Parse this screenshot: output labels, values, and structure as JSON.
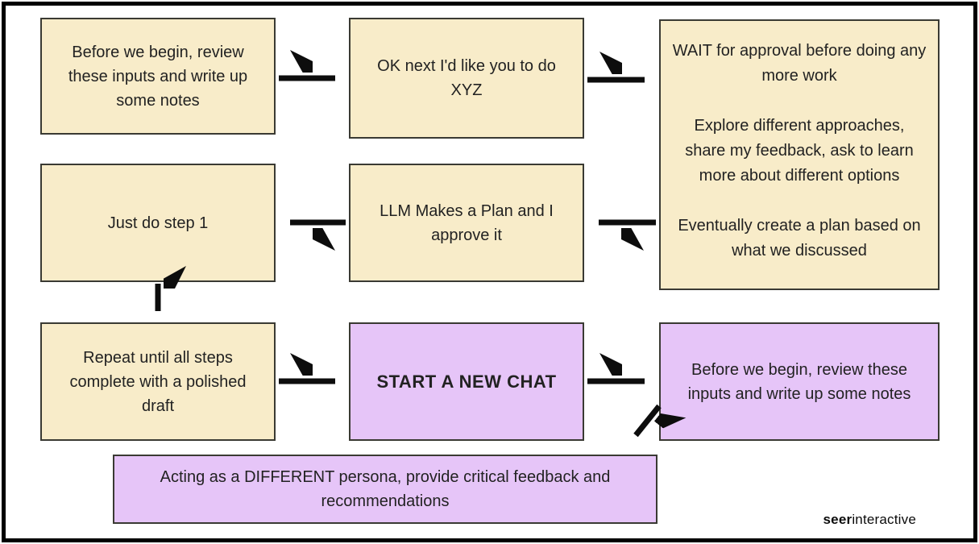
{
  "diagram": {
    "title": "LLM workflow flowchart",
    "colors": {
      "node_cream": "#F8ECC9",
      "node_purple": "#E6C5F8",
      "node_border": "#3a3a33",
      "arrow": "#0d0d0d",
      "frame": "#000000",
      "background": "#ffffff",
      "text": "#222222"
    },
    "nodes": [
      {
        "id": "review-inputs-1",
        "variant": "cream",
        "text": "Before we begin, review these inputs and write up some notes"
      },
      {
        "id": "ok-next-xyz",
        "variant": "cream",
        "text": "OK next I'd like you to do XYZ"
      },
      {
        "id": "wait-approval",
        "variant": "cream",
        "paragraphs": [
          "WAIT for approval before doing any more work",
          "Explore different approaches, share my feedback, ask to learn more about different options",
          "Eventually create a plan based on what we discussed"
        ]
      },
      {
        "id": "just-do-step-1",
        "variant": "cream",
        "text": "Just do step 1"
      },
      {
        "id": "llm-makes-plan",
        "variant": "cream",
        "text": "LLM Makes a Plan and I approve it"
      },
      {
        "id": "repeat-until-done",
        "variant": "cream",
        "text": "Repeat until all steps complete with a polished draft"
      },
      {
        "id": "start-new-chat",
        "variant": "purple",
        "emphasis": "bold",
        "text": "START A NEW CHAT"
      },
      {
        "id": "review-inputs-2",
        "variant": "purple",
        "text": "Before we begin, review these inputs and write up some notes"
      },
      {
        "id": "different-persona",
        "variant": "purple",
        "text": "Acting as a DIFFERENT persona, provide critical feedback and recommendations"
      }
    ],
    "edges": [
      {
        "from": "review-inputs-1",
        "to": "ok-next-xyz",
        "direction": "right"
      },
      {
        "from": "ok-next-xyz",
        "to": "wait-approval",
        "direction": "right"
      },
      {
        "from": "wait-approval",
        "to": "llm-makes-plan",
        "direction": "left"
      },
      {
        "from": "llm-makes-plan",
        "to": "just-do-step-1",
        "direction": "left"
      },
      {
        "from": "just-do-step-1",
        "to": "repeat-until-done",
        "direction": "down"
      },
      {
        "from": "repeat-until-done",
        "to": "start-new-chat",
        "direction": "right"
      },
      {
        "from": "start-new-chat",
        "to": "review-inputs-2",
        "direction": "right"
      },
      {
        "from": "review-inputs-2",
        "to": "different-persona",
        "direction": "down-left"
      }
    ],
    "footer": {
      "logo_bold": "seer",
      "logo_regular": "interactive"
    }
  }
}
